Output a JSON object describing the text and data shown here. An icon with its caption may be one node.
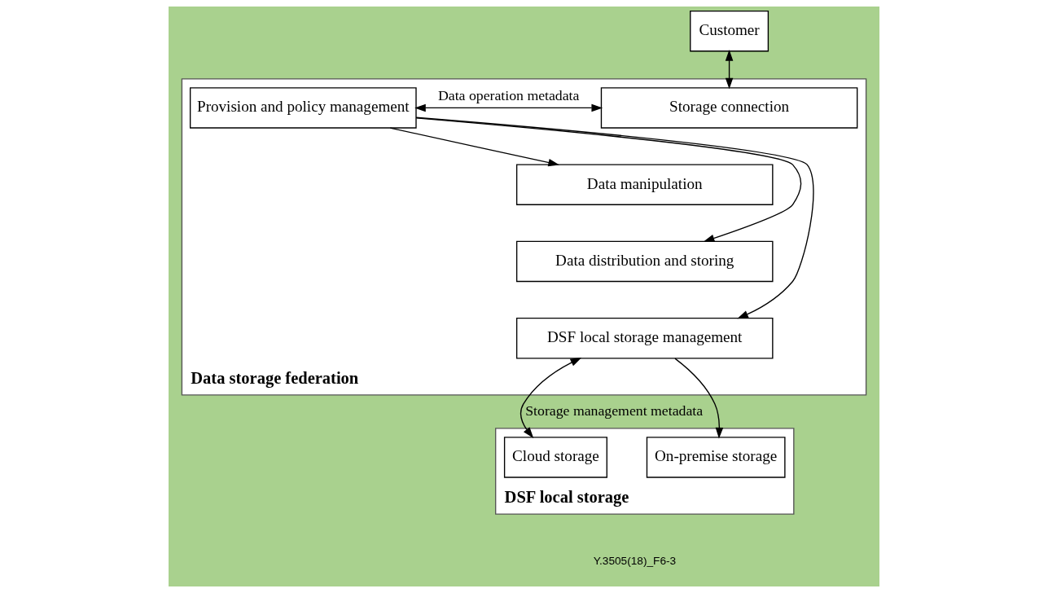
{
  "diagram": {
    "nodes": [
      {
        "text": [
          "Customer"
        ]
      },
      {
        "text": [
          "Data storage federation"
        ]
      },
      {
        "text": [
          "Provision and policy management"
        ],
        "in": 1
      },
      {
        "text": [
          "Storage connection"
        ],
        "in": 1
      },
      {
        "text": [
          "Data manipulation"
        ],
        "in": 1
      },
      {
        "text": [
          "Data distribution and storing"
        ],
        "in": 1
      },
      {
        "text": [
          "DSF local storage management"
        ],
        "in": 1
      },
      {
        "text": [
          "DSF local storage"
        ]
      },
      {
        "text": [
          "Cloud storage"
        ],
        "in": 7
      },
      {
        "text": [
          "On-premise storage"
        ],
        "in": 7
      }
    ],
    "edges": [
      {
        "from": 0,
        "to": 3,
        "arrow": "both"
      },
      {
        "from": 2,
        "to": 3,
        "arrow": "both",
        "label": "Data operation metadata"
      },
      {
        "from": 2,
        "to": 4,
        "arrow": "to"
      },
      {
        "from": 2,
        "to": 5,
        "arrow": "to"
      },
      {
        "from": 2,
        "to": 6,
        "arrow": "to"
      },
      {
        "from": 6,
        "to": 8,
        "arrow": "both",
        "label": "Storage management metadata"
      },
      {
        "from": 6,
        "to": 9,
        "arrow": "to"
      }
    ],
    "labels": [
      "Y.3505(18)_F6-3"
    ]
  }
}
